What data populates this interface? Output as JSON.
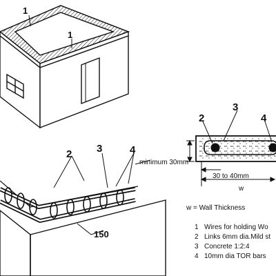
{
  "colors": {
    "ink": "#111111",
    "paper": "#ffffff"
  },
  "building_callouts": [
    "1",
    "1"
  ],
  "detail_callouts": [
    "2",
    "3",
    "4"
  ],
  "section_callouts": [
    "2",
    "3",
    "4"
  ],
  "dimensions": {
    "minimum": "minimum 30mm",
    "range": "30 to 40mm",
    "width": "w",
    "spacing": "150"
  },
  "legend": {
    "definition": "w = Wall Thickness",
    "items": [
      {
        "num": "1",
        "text": "Wires for holding Wo"
      },
      {
        "num": "2",
        "text": "Links 6mm dia.Mild st"
      },
      {
        "num": "3",
        "text": "Concrete 1:2:4"
      },
      {
        "num": "4",
        "text": "10mm dia TOR bars"
      }
    ]
  }
}
